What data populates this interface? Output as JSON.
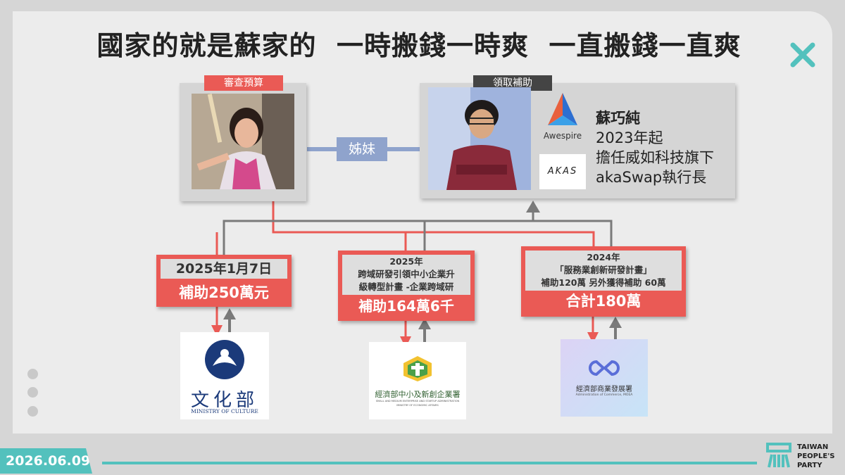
{
  "title": "國家的就是蘇家的  一時搬錢一時爽  一直搬錢一直爽",
  "colors": {
    "red": "#ea5a55",
    "gray_line": "#7a7a7a",
    "teal": "#53c1bd",
    "relation_blue": "#8fa3cc"
  },
  "left_card": {
    "tag": "審查預算"
  },
  "right_card": {
    "tag": "領取補助",
    "company_logo_text": "Awespire",
    "akas_logo_text": "AKAS",
    "name": "蘇巧純",
    "line1": "2023年起",
    "line2": "擔任威如科技旗下",
    "line3": "akaSwap執行長"
  },
  "relation": "姊妹",
  "grants": [
    {
      "date": "2025年1月7日",
      "amount": "補助250萬元"
    },
    {
      "year": "2025年",
      "desc1": "跨域研發引領中小企業升",
      "desc2": "級轉型計畫 -企業跨域研",
      "amount": "補助164萬6千"
    },
    {
      "year": "2024年",
      "desc1": "「服務業創新研發計畫」",
      "desc2": "補助120萬 另外獲得補助 60萬",
      "amount": "合計180萬"
    }
  ],
  "logos": {
    "culture": {
      "zh": "文化部",
      "en": "MINISTRY OF CULTURE"
    },
    "sme": {
      "zh": "經濟部中小及新創企業署",
      "en1": "SMALL AND MEDIUM ENTERPRISE AND STARTUP ADMINISTRATION",
      "en2": "MINISTRY OF ECONOMIC AFFAIRS"
    },
    "commerce": {
      "zh": "經濟部商業發展署",
      "en": "Administration of Commerce, MOEA"
    }
  },
  "footer": {
    "date": "2026.06.09",
    "party_line1": "TAIWAN",
    "party_line2": "PEOPLE'S",
    "party_line3": "PARTY"
  }
}
